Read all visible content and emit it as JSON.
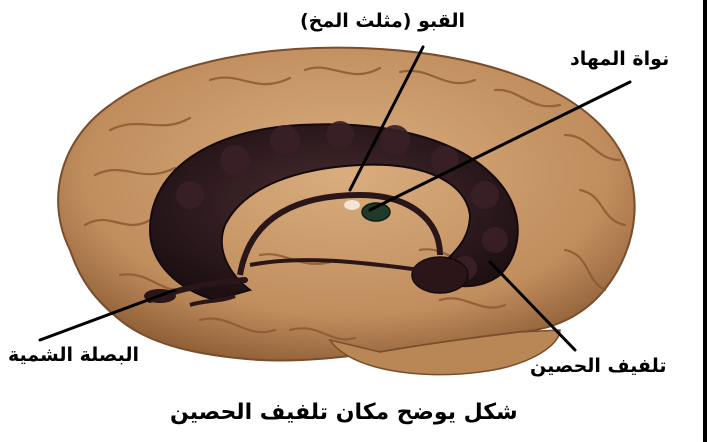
{
  "diagram": {
    "labels": {
      "fornix": "القبو (مثلث المخ)",
      "thalamus_nucleus": "نواة المهاد",
      "olfactory_bulb": "البصلة الشمية",
      "hippocampus_gyrus": "تلفيف الحصين"
    },
    "caption": "شكل يوضح مكان تلفيف الحصين",
    "colors": {
      "cortex": "#c8996a",
      "cortex_shadow": "#8a5a33",
      "limbic": "#2e1a1c",
      "leader_lines": "#000000",
      "background": "#ffffff"
    }
  }
}
